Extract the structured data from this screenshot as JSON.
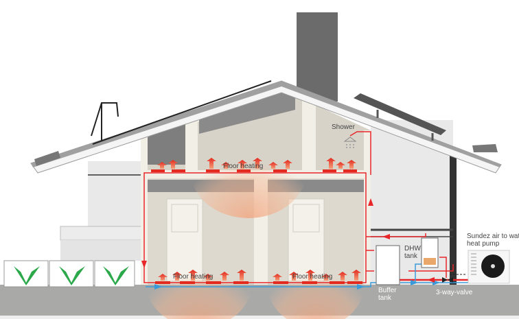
{
  "labels": {
    "shower": "Shower",
    "floor_heating_top": "Floor heating",
    "floor_heating_left": "Floor heating",
    "floor_heating_right": "Floor heating",
    "dhw_tank_line1": "DHW",
    "dhw_tank_line2": "tank",
    "buffer_tank_line1": "Buffer",
    "buffer_tank_line2": "tank",
    "heat_pump_line1": "Sundez air to wat",
    "heat_pump_line2": "heat pump",
    "valve": "3-way-valve"
  },
  "colors": {
    "hot_pipe": "#e8262a",
    "cold_pipe": "#3a9ad9",
    "ground": "#a9a9a7",
    "chimney": "#6b6b6b",
    "plant": "#2aa84a"
  }
}
